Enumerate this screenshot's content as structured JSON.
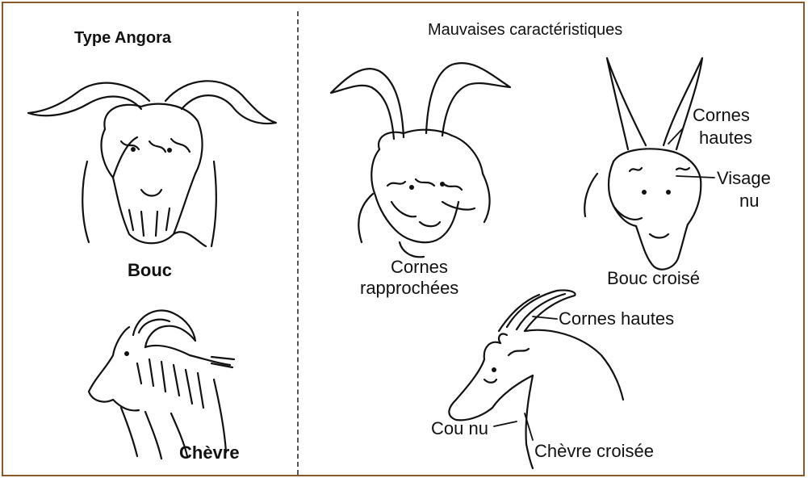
{
  "left_panel": {
    "title": "Type Angora",
    "buck_label": "Bouc",
    "doe_label": "Chèvre"
  },
  "right_panel": {
    "title": "Mauvaises caractéristiques",
    "close_horns_label_line1": "Cornes",
    "close_horns_label_line2": "rapprochées",
    "high_horns_label_line1": "Cornes",
    "high_horns_label_line2": "hautes",
    "bare_face_label_line1": "Visage",
    "bare_face_label_line2": "nu",
    "crossbred_buck_label": "Bouc croisé",
    "high_horns_doe_label": "Cornes hautes",
    "bare_neck_label": "Cou nu",
    "crossbred_doe_label": "Chèvre croisée"
  },
  "colors": {
    "frame": "#8a5a2b",
    "ink": "#111111",
    "background": "#ffffff"
  }
}
